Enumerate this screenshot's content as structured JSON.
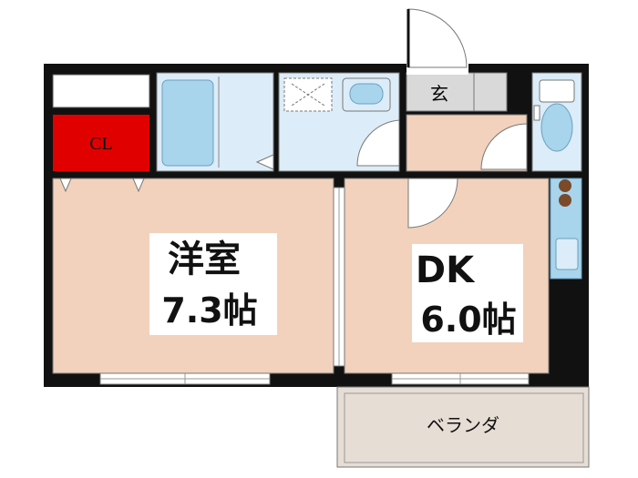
{
  "rooms": {
    "western_room": {
      "name": "洋室",
      "size": "7.3帖"
    },
    "dk": {
      "name": "DK",
      "size": "6.0帖"
    },
    "closet": {
      "label": "CL"
    },
    "entrance": {
      "label": "玄"
    },
    "balcony": {
      "label": "ベランダ"
    }
  },
  "colors": {
    "wall": "#111111",
    "room_floor": "#f2d2bc",
    "wet_area": "#dcecf8",
    "fixture_blue": "#a8d4ec",
    "closet_red": "#e00000",
    "balcony_floor": "#e6ddd5",
    "entrance_floor": "#d9d9d9",
    "stove_brown": "#7a4a2a"
  }
}
